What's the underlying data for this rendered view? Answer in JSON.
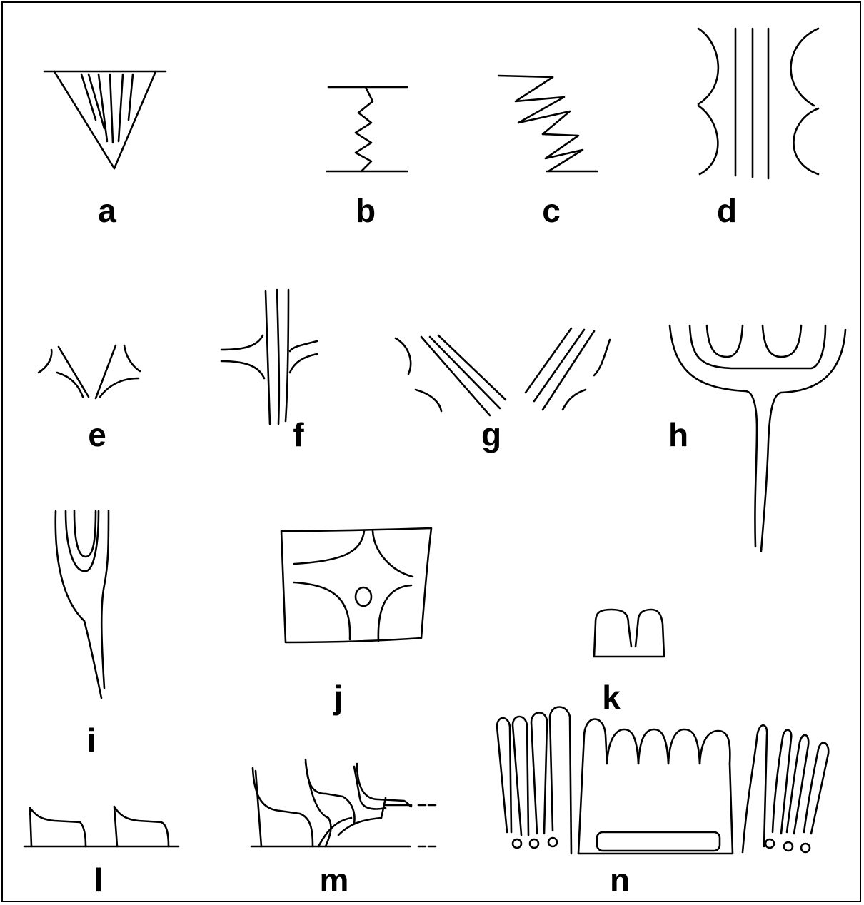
{
  "figure": {
    "labels": [
      "a",
      "b",
      "c",
      "d",
      "e",
      "f",
      "g",
      "h",
      "i",
      "j",
      "k",
      "l",
      "m",
      "n"
    ]
  }
}
